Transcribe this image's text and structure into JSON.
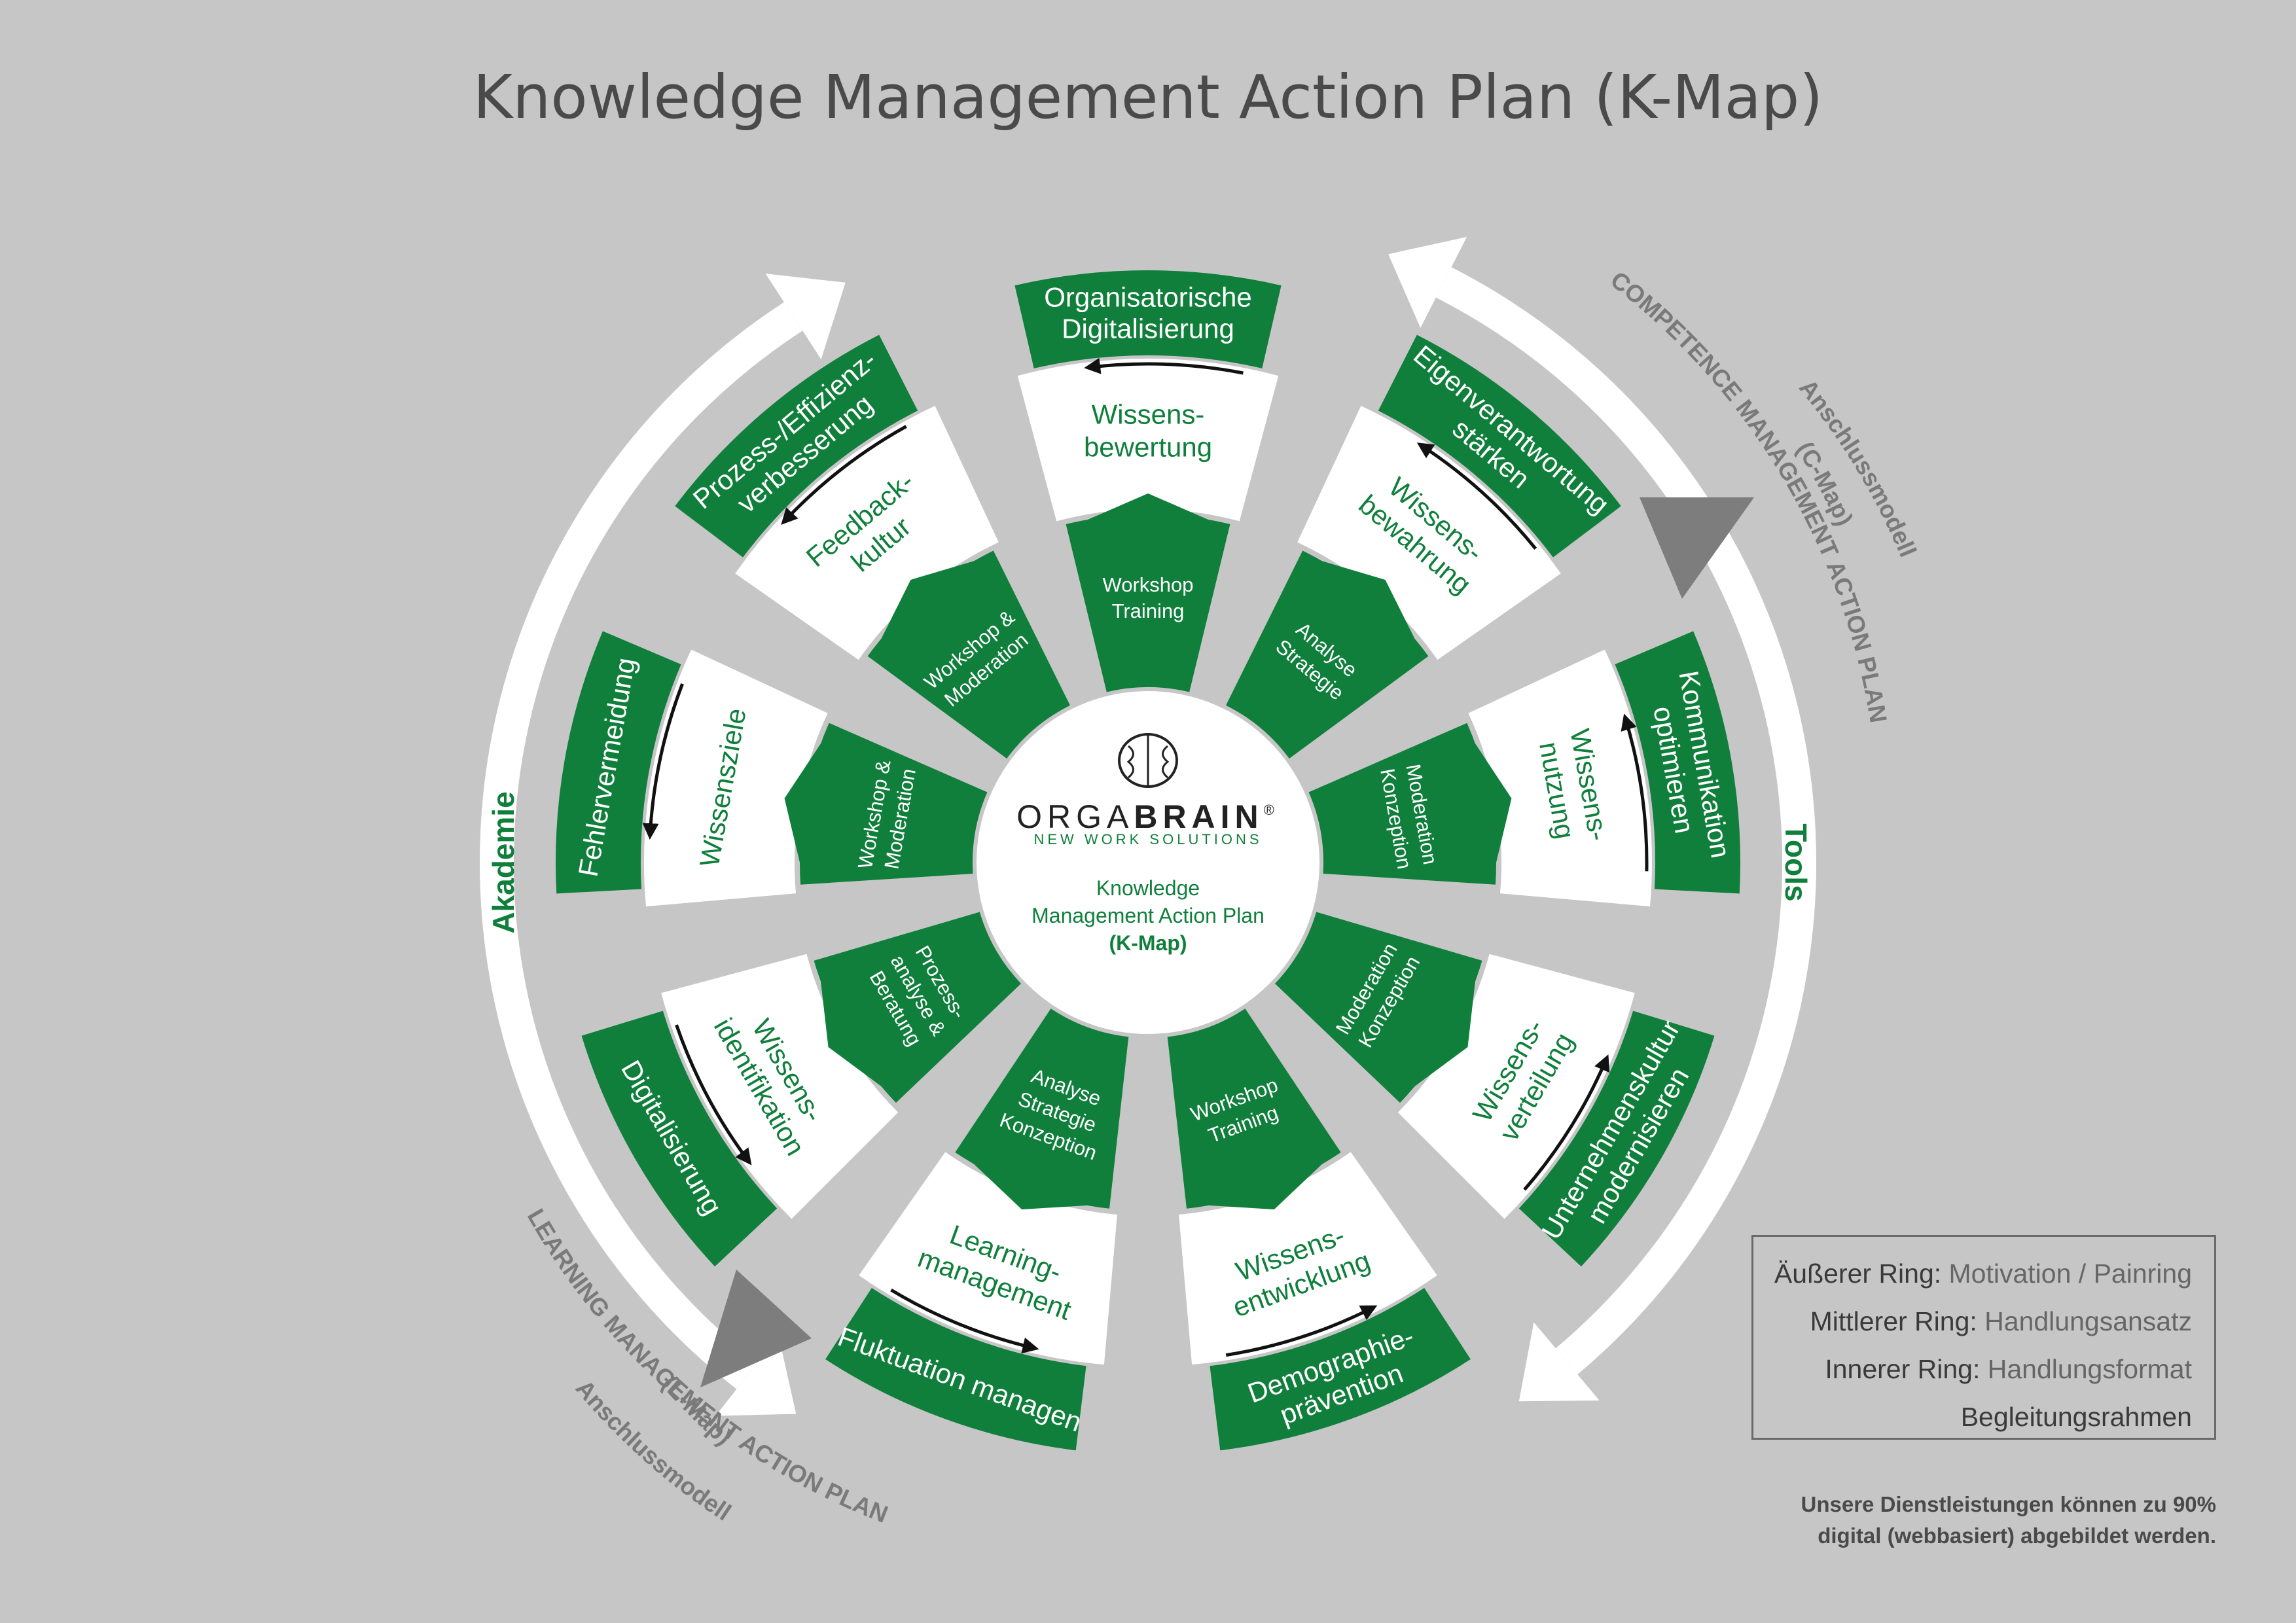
{
  "title": "Knowledge Management Action Plan (K-Map)",
  "center": {
    "brand_left": "ORGA",
    "brand_right": "BRAIN",
    "registered": "®",
    "tagline": "NEW WORK SOLUTIONS",
    "line1": "Knowledge",
    "line2": "Management Action Plan",
    "line3": "(K-Map)"
  },
  "outer_labels": {
    "left": "Akademie",
    "right": "Tools",
    "c_map_line1": "COMPETENCE MANAGEMENT ACTION PLAN",
    "c_map_line2": "(C-Map)",
    "c_map_line3": "Anschlussmodell",
    "l_map_line1": "LEARNING MANAGEMENT ACTION PLAN",
    "l_map_line2": "(L-Map)",
    "l_map_line3": "Anschlussmodell"
  },
  "segments": [
    {
      "outer": [
        "Organisatorische",
        "Digitalisierung"
      ],
      "middle": [
        "Wissens-",
        "bewertung"
      ],
      "inner": [
        "Workshop",
        "Training"
      ]
    },
    {
      "outer": [
        "Eigenverantwortung",
        "stärken"
      ],
      "middle": [
        "Wissens-",
        "bewahrung"
      ],
      "inner": [
        "Analyse",
        "Strategie"
      ]
    },
    {
      "outer": [
        "Kommunikation",
        "optimieren"
      ],
      "middle": [
        "Wissens-",
        "nutzung"
      ],
      "inner": [
        "Moderation",
        "Konzeption"
      ]
    },
    {
      "outer": [
        "Unternehmenskultur",
        "modernisieren"
      ],
      "middle": [
        "Wissens-",
        "verteilung"
      ],
      "inner": [
        "Moderation",
        "Konzeption"
      ]
    },
    {
      "outer": [
        "Demographie-",
        "prävention"
      ],
      "middle": [
        "Wissens-",
        "entwicklung"
      ],
      "inner": [
        "Workshop",
        "Training"
      ]
    },
    {
      "outer": [
        "Fluktuation managen"
      ],
      "middle": [
        "Learning-",
        "management"
      ],
      "inner": [
        "Analyse",
        "Strategie",
        "Konzeption"
      ]
    },
    {
      "outer": [
        "Digitalisierung"
      ],
      "middle": [
        "Wissens-",
        "identifikation"
      ],
      "inner": [
        "Prozess-",
        "analyse &",
        "Beratung"
      ]
    },
    {
      "outer": [
        "Fehlervermeidung"
      ],
      "middle": [
        "Wissensziele"
      ],
      "inner": [
        "Workshop &",
        "Moderation"
      ]
    },
    {
      "outer": [
        "Prozess-/Effizienz-",
        "verbesserung"
      ],
      "middle": [
        "Feedback-",
        "kultur"
      ],
      "inner": [
        "Workshop &",
        "Moderation"
      ]
    }
  ],
  "legend": [
    {
      "label": "Äußerer Ring:",
      "value": " Motivation / Painring"
    },
    {
      "label": "Mittlerer Ring:",
      "value": " Handlungsansatz"
    },
    {
      "label": "Innerer Ring:",
      "value": " Handlungsformat"
    },
    {
      "label": "Begleitungsrahmen",
      "value": ""
    }
  ],
  "footnote": [
    "Unsere Dienstleistungen können zu 90%",
    "digital (webbasiert) abgebildet werden."
  ],
  "colors": {
    "green": "#0f7f3b",
    "background": "#c6c6c6",
    "white": "#ffffff",
    "arrow_gray": "#7d7d7d"
  }
}
